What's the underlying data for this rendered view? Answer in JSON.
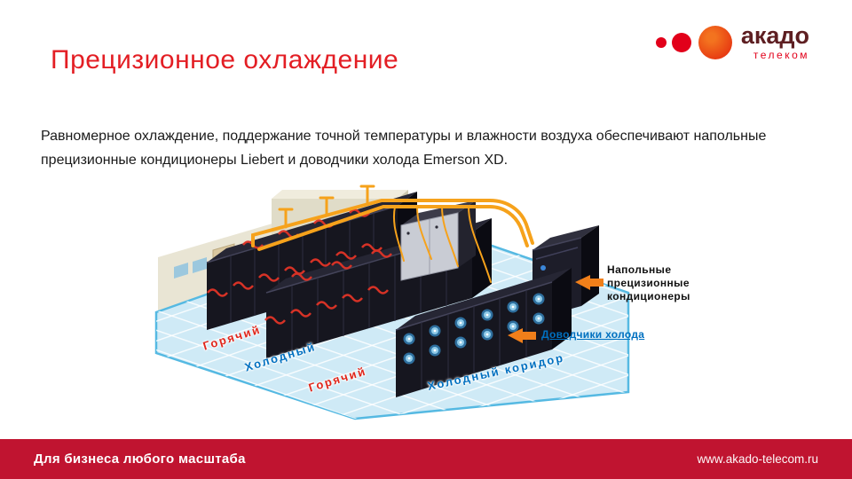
{
  "slide": {
    "title": "Прецизионное охлаждение",
    "body": "Равномерное охлаждение, поддержание точной температуры и влажности воздуха обеспечивают напольные прецизионные кондиционеры Liebert и доводчики холода Emerson XD."
  },
  "logo": {
    "brand": "акадо",
    "sub": "телеком"
  },
  "diagram": {
    "labels": {
      "floor_units": "Напольные прецизионные кондиционеры",
      "cold_boosters": "Доводчики холода",
      "hot_aisle_1": "Горячий",
      "cold_aisle": "Холодный",
      "hot_aisle_2": "Горячий",
      "cold_corridor": "Холодный коридор"
    }
  },
  "footer": {
    "tagline": "Для бизнеса любого масштаба",
    "website": "www.akado-telecom.ru"
  },
  "colors": {
    "title_red": "#e31e24",
    "footer_red": "#c01430",
    "logo_red": "#e2001a",
    "logo_brown": "#5e1f22",
    "label_blue": "#0070c0",
    "label_red": "#e0261b",
    "pipe_orange": "#f6a21b",
    "arrow_orange": "#f07f1a",
    "floor_blue": "#cfeaf6"
  }
}
